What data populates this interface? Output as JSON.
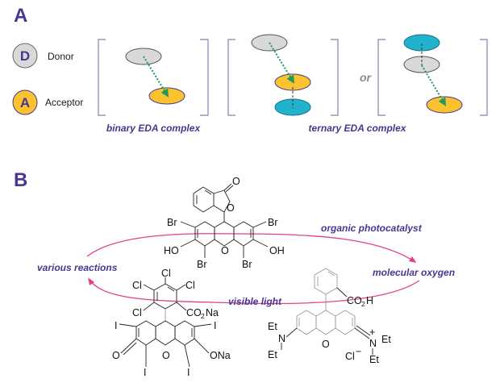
{
  "panels": {
    "a": {
      "label": "A"
    },
    "b": {
      "label": "B"
    }
  },
  "legend": {
    "donor": {
      "letter": "D",
      "label": "Donor"
    },
    "acceptor": {
      "letter": "A",
      "label": "Acceptor"
    }
  },
  "complexes": {
    "binary_caption": "binary EDA complex",
    "ternary_caption": "ternary EDA complex",
    "or_label": "or"
  },
  "cycle": {
    "organic_photocatalyst": "organic photocatalyst",
    "molecular_oxygen": "molecular oxygen",
    "visible_light": "visible light",
    "various_reactions": "various reactions"
  },
  "molecules": {
    "eosin": {
      "atoms": {
        "o_carbonyl": "O",
        "o_lactone": "O",
        "br1": "Br",
        "br2": "Br",
        "br3": "Br",
        "br4": "Br",
        "ho": "HO",
        "oh": "OH",
        "o_ring": "O"
      }
    },
    "rose_bengal": {
      "atoms": {
        "cl1": "Cl",
        "cl2": "Cl",
        "cl3": "Cl",
        "cl4": "Cl",
        "co2na": "CO",
        "co2na_sub": "2",
        "co2na_tail": "Na",
        "i1": "I",
        "i2": "I",
        "i3": "I",
        "i4": "I",
        "o_keto": "O",
        "o_ring": "O",
        "ona": "ONa"
      }
    },
    "rhodamine": {
      "atoms": {
        "co2h": "CO",
        "co2h_sub": "2",
        "co2h_tail": "H",
        "et1": "Et",
        "et2": "Et",
        "n_left": "N",
        "et3": "Et",
        "et4": "Et",
        "n_right": "N",
        "plus": "+",
        "o_ring": "O",
        "cl": "Cl",
        "cl_charge": "−"
      }
    }
  },
  "colors": {
    "accent_purple": "#4a3590",
    "donor_gray": "#d9d9d9",
    "acceptor_yellow": "#f9c22e",
    "third_cyan": "#22b3cc",
    "arrow_green": "#1e9a5a",
    "cycle_magenta": "#e0408e"
  }
}
